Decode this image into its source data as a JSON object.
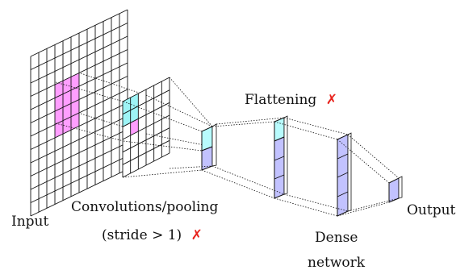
{
  "labels": {
    "input": "Input",
    "conv_line1": "Convolutions/pooling",
    "conv_line2": "(stride > 1)",
    "flattening": "Flattening",
    "dense_line1": "Dense",
    "dense_line2": "network",
    "output": "Output"
  },
  "marks": {
    "cross": "✗"
  },
  "colors": {
    "input_highlight": "#ff9eff",
    "conv_highlight_top": "#9ef4f6",
    "conv_highlight_bottom": "#ff9eff",
    "cyan_cell": "#b8fbfd",
    "vector_fill": "#c2c2ff",
    "cross_color": "#e8231d"
  },
  "grids": {
    "input_cells": 12,
    "conv_cells": 6
  }
}
